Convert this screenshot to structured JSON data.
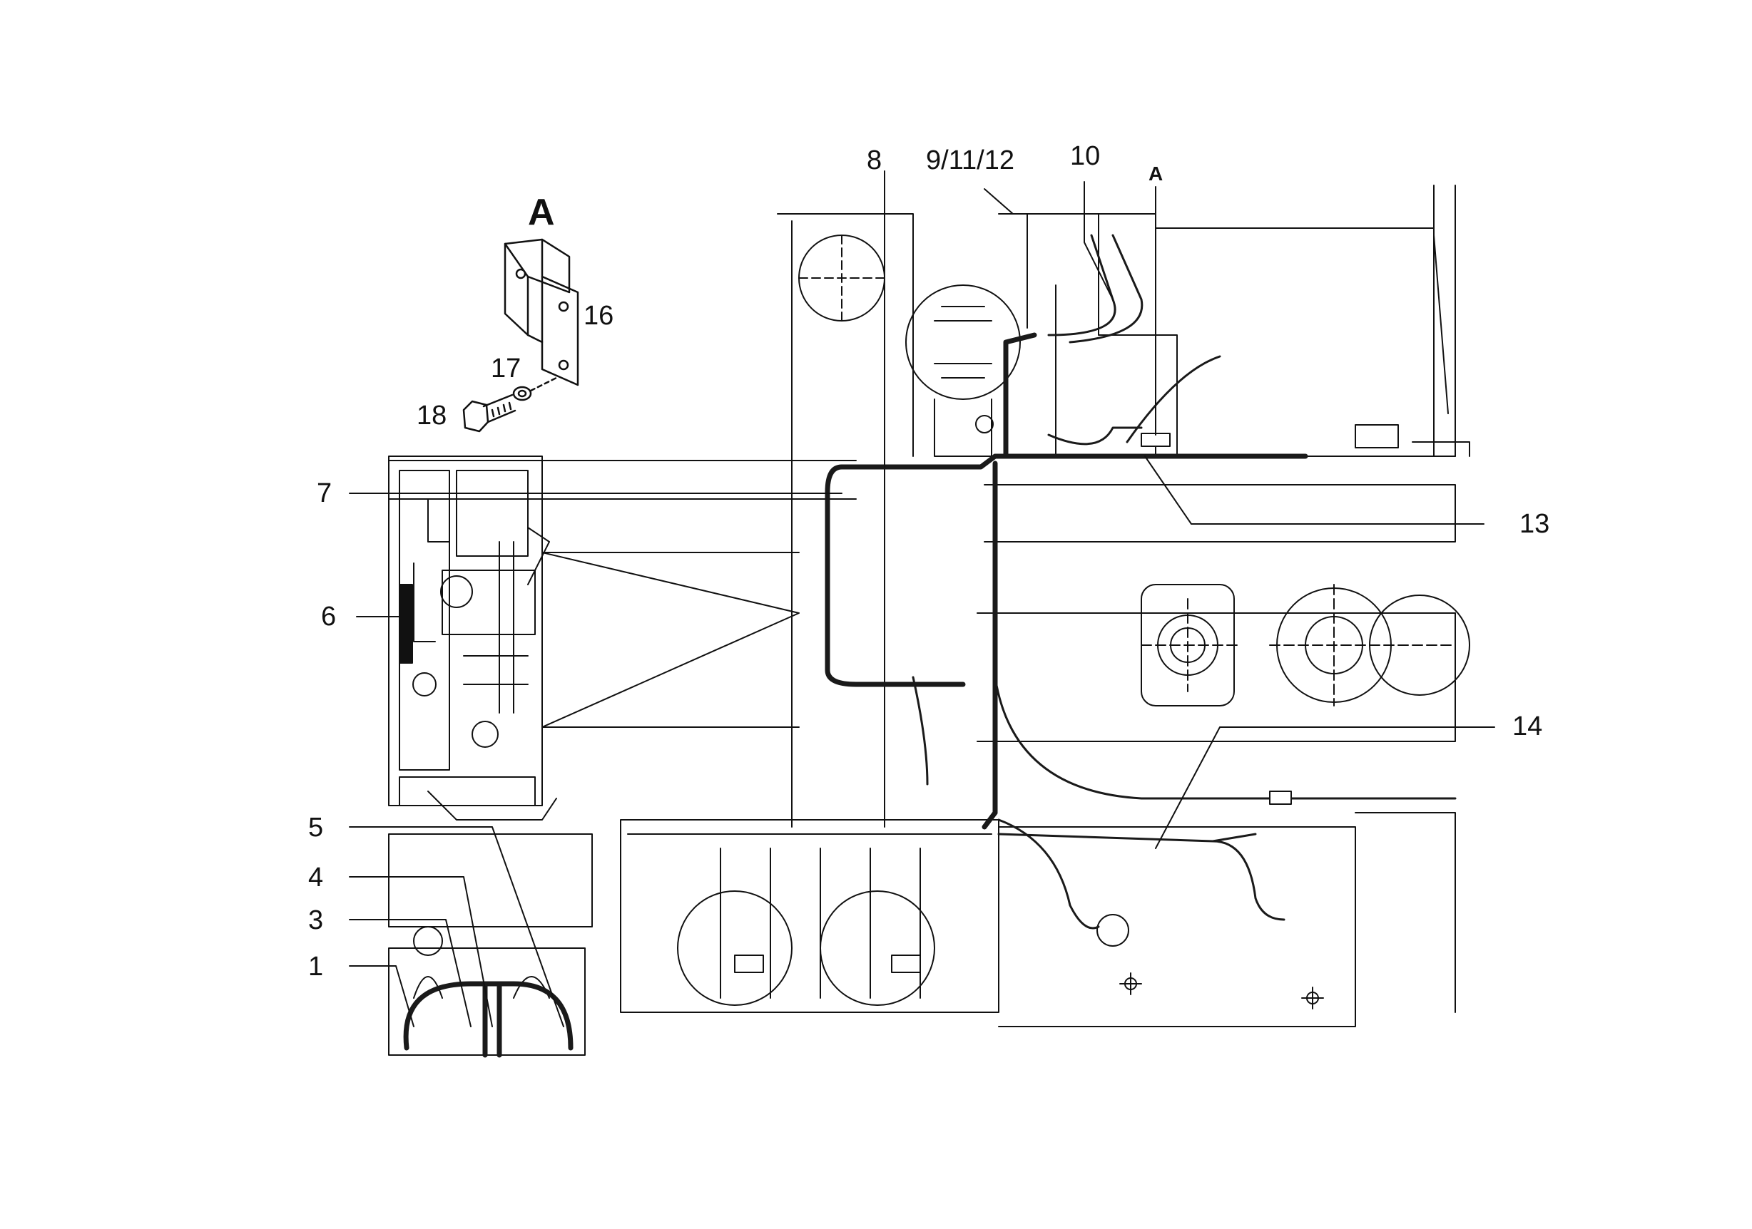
{
  "detail": {
    "title": "A",
    "marker": "A"
  },
  "callouts": {
    "c1": "1",
    "c3": "3",
    "c4": "4",
    "c5": "5",
    "c6": "6",
    "c7": "7",
    "c8": "8",
    "c9_11_12": "9/11/12",
    "c10": "10",
    "c13": "13",
    "c14": "14",
    "c16": "16",
    "c17": "17",
    "c18": "18"
  },
  "colors": {
    "ink": "#111111",
    "background": "#ffffff",
    "cable": "#1a1a1a"
  }
}
